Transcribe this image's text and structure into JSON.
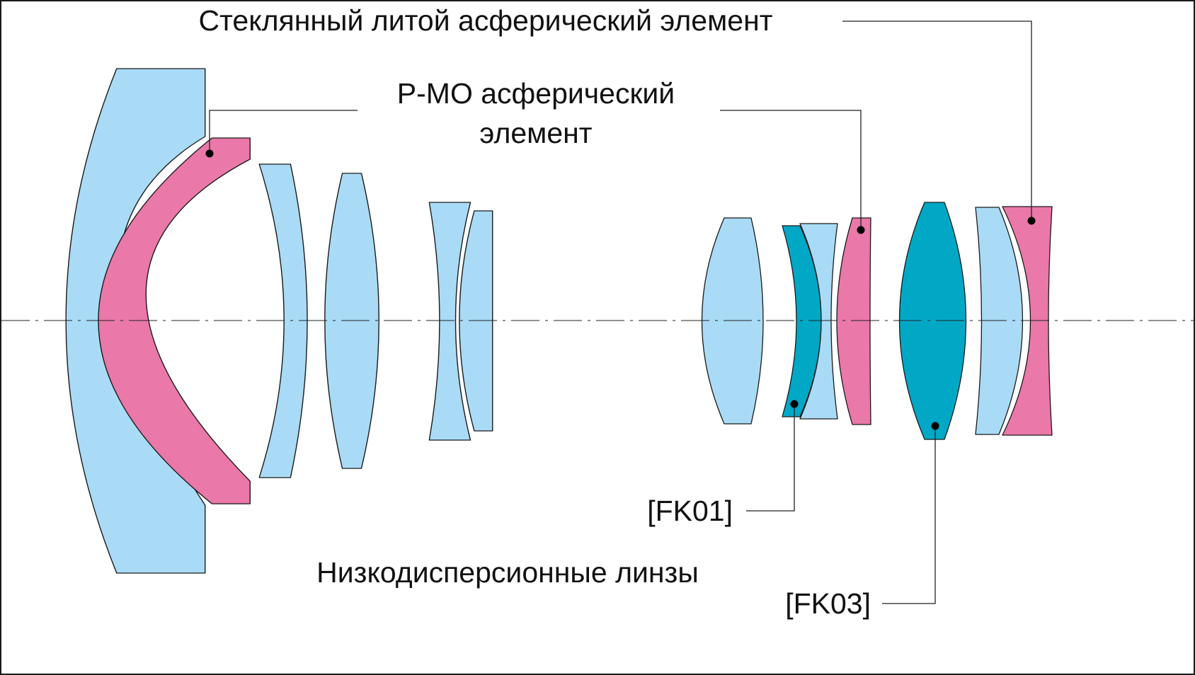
{
  "labels": {
    "molded_glass": "Стеклянный литой асферический элемент",
    "pmo_line1": "P-MO асферический",
    "pmo_line2": "элемент",
    "fk01": "[FK01]",
    "fk03": "[FK03]",
    "low_dispersion": "Низкодисперсионные линзы"
  },
  "colors": {
    "standard_glass": "#a9dbf6",
    "aspherical": "#ea78a8",
    "low_dispersion_glass": "#00a8c6",
    "outline": "#1a1a1a",
    "frame": "#1a1a1a"
  }
}
